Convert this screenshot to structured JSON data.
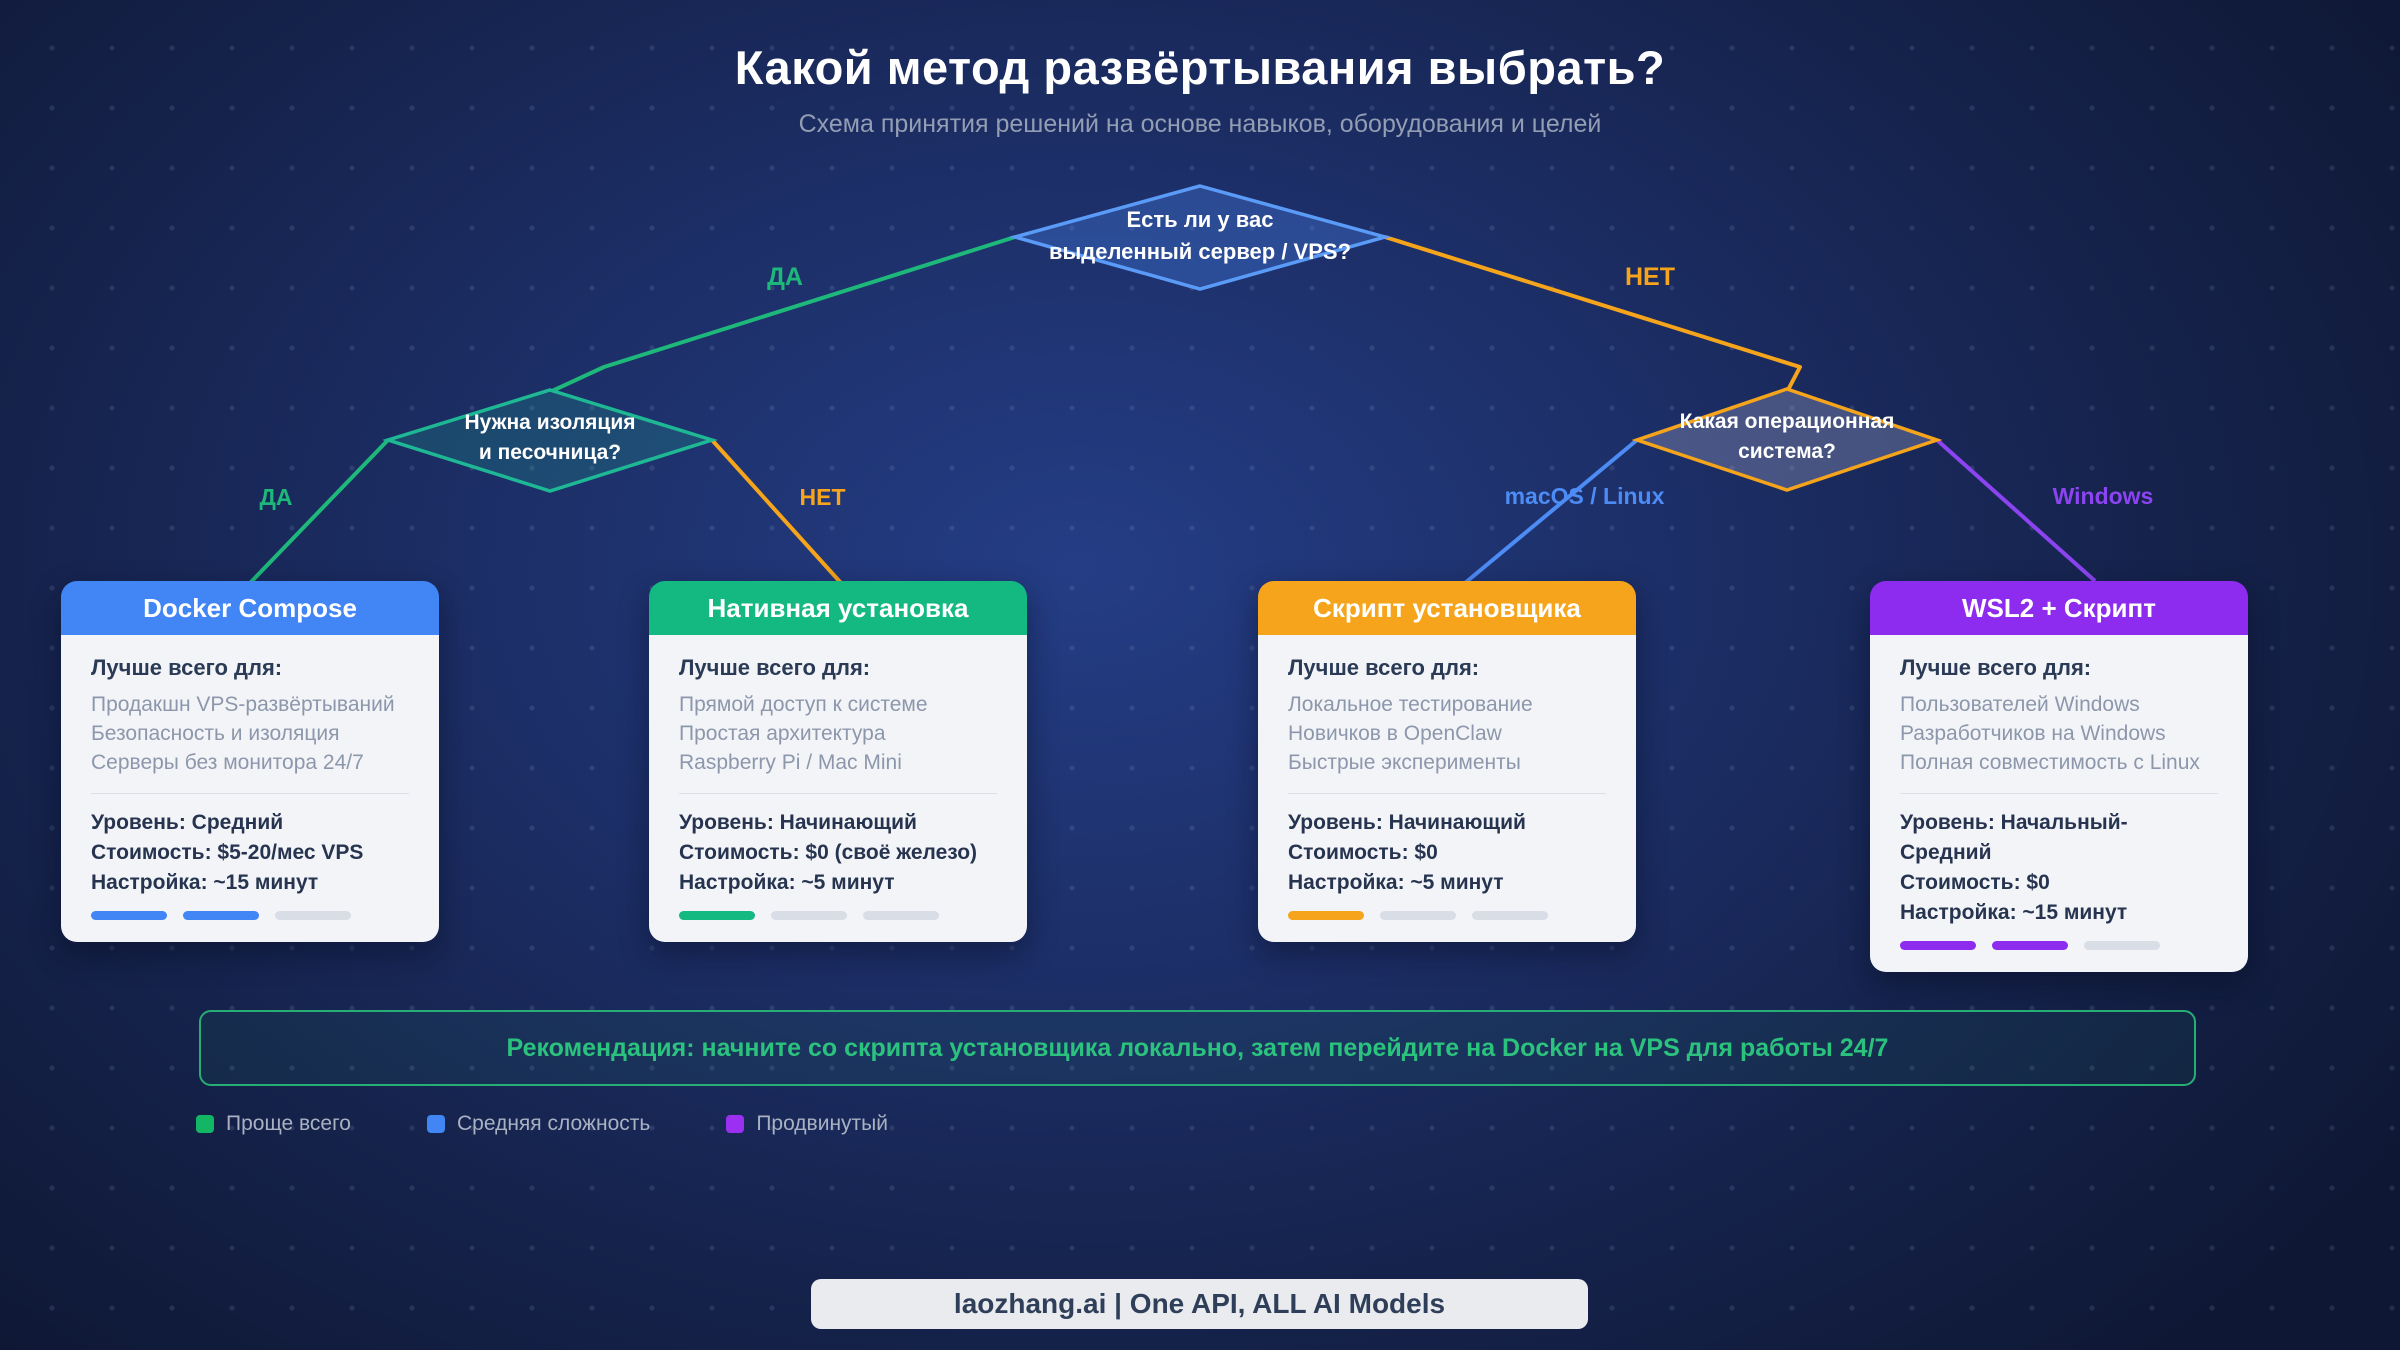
{
  "title": "Какой метод развёртывания выбрать?",
  "subtitle": "Схема принятия решений на основе навыков, оборудования и целей",
  "nodes": {
    "root": {
      "label": "Есть ли у вас\nвыделенный сервер / VPS?",
      "border": "#5b9bf8",
      "fill": "rgba(77,139,245,0.30)"
    },
    "isolation": {
      "label": "Нужна изоляция\nи песочница?",
      "border": "#1fb894",
      "fill": "rgba(31,184,148,0.20)"
    },
    "os": {
      "label": "Какая операционная\nсистема?",
      "border": "#f5a41b",
      "fill": "rgba(168,172,205,0.32)"
    }
  },
  "edges": {
    "yes_top": {
      "label": "ДА",
      "color": "#1db87a"
    },
    "no_top": {
      "label": "НЕТ",
      "color": "#f5a41b"
    },
    "yes_left": {
      "label": "ДА",
      "color": "#1db87a"
    },
    "no_left": {
      "label": "НЕТ",
      "color": "#f5a41b"
    },
    "macos_linux": {
      "label": "macOS / Linux",
      "color": "#4d8bf5"
    },
    "windows": {
      "label": "Windows",
      "color": "#8b44f0"
    }
  },
  "cards": [
    {
      "title": "Docker Compose",
      "accent": "#4285f4",
      "best_for_label": "Лучше всего для:",
      "best_for": [
        "Продакшн VPS-развёртываний",
        "Безопасность и изоляция",
        "Серверы без монитора 24/7"
      ],
      "level": "Уровень: Средний",
      "cost": "Стоимость: $5-20/мес VPS",
      "setup": "Настройка: ~15 минут",
      "difficulty": 2
    },
    {
      "title": "Нативная установка",
      "accent": "#13b981",
      "best_for_label": "Лучше всего для:",
      "best_for": [
        "Прямой доступ к системе",
        "Простая архитектура",
        "Raspberry Pi / Mac Mini"
      ],
      "level": "Уровень: Начинающий",
      "cost": "Стоимость: $0 (своё железо)",
      "setup": "Настройка: ~5 минут",
      "difficulty": 1
    },
    {
      "title": "Скрипт установщика",
      "accent": "#f5a41b",
      "best_for_label": "Лучше всего для:",
      "best_for": [
        "Локальное тестирование",
        "Новичков в OpenClaw",
        "Быстрые эксперименты"
      ],
      "level": "Уровень: Начинающий",
      "cost": "Стоимость: $0",
      "setup": "Настройка: ~5 минут",
      "difficulty": 1
    },
    {
      "title": "WSL2 + Скрипт",
      "accent": "#8d2bee",
      "best_for_label": "Лучше всего для:",
      "best_for": [
        "Пользователей Windows",
        "Разработчиков на Windows",
        "Полная совместимость с Linux"
      ],
      "level": "Уровень: Начальный-Средний",
      "cost": "Стоимость: $0",
      "setup": "Настройка: ~15 минут",
      "difficulty": 2
    }
  ],
  "recommendation": "Рекомендация: начните со скрипта установщика локально, затем перейдите на Docker на VPS для работы 24/7",
  "legend": [
    {
      "label": "Проще всего",
      "color": "#12b665"
    },
    {
      "label": "Средняя сложность",
      "color": "#4285f4"
    },
    {
      "label": "Продвинутый",
      "color": "#9b30f2"
    }
  ],
  "footer": "laozhang.ai | One API, ALL AI Models"
}
